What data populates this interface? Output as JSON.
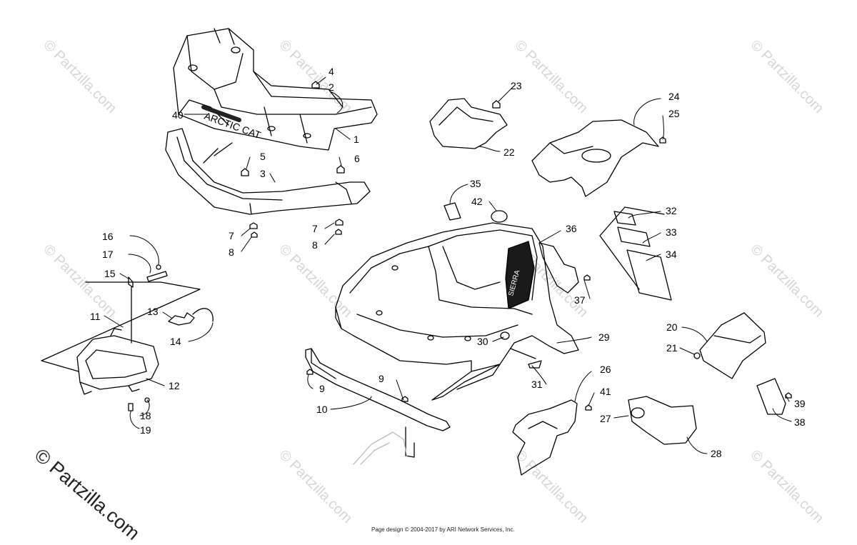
{
  "watermark": {
    "text": "© Partzilla.com"
  },
  "footer": {
    "text": "Page design © 2004-2017 by ARI Network Services, Inc."
  },
  "part_labels": {
    "rack_brand": "ARCTIC CAT",
    "hood_brand": "SIERRA"
  },
  "callouts": [
    {
      "id": "4",
      "text": "4"
    },
    {
      "id": "2",
      "text": "2"
    },
    {
      "id": "40",
      "text": "40"
    },
    {
      "id": "1",
      "text": "1"
    },
    {
      "id": "5",
      "text": "5"
    },
    {
      "id": "3",
      "text": "3"
    },
    {
      "id": "6",
      "text": "6"
    },
    {
      "id": "7a",
      "text": "7"
    },
    {
      "id": "8a",
      "text": "8"
    },
    {
      "id": "7b",
      "text": "7"
    },
    {
      "id": "8b",
      "text": "8"
    },
    {
      "id": "23",
      "text": "23"
    },
    {
      "id": "22",
      "text": "22"
    },
    {
      "id": "24",
      "text": "24"
    },
    {
      "id": "25",
      "text": "25"
    },
    {
      "id": "35",
      "text": "35"
    },
    {
      "id": "42",
      "text": "42"
    },
    {
      "id": "36",
      "text": "36"
    },
    {
      "id": "32",
      "text": "32"
    },
    {
      "id": "33",
      "text": "33"
    },
    {
      "id": "34",
      "text": "34"
    },
    {
      "id": "37",
      "text": "37"
    },
    {
      "id": "16",
      "text": "16"
    },
    {
      "id": "17",
      "text": "17"
    },
    {
      "id": "15",
      "text": "15"
    },
    {
      "id": "11",
      "text": "11"
    },
    {
      "id": "13",
      "text": "13"
    },
    {
      "id": "14",
      "text": "14"
    },
    {
      "id": "12",
      "text": "12"
    },
    {
      "id": "18",
      "text": "18"
    },
    {
      "id": "19",
      "text": "19"
    },
    {
      "id": "9a",
      "text": "9"
    },
    {
      "id": "9b",
      "text": "9"
    },
    {
      "id": "10",
      "text": "10"
    },
    {
      "id": "30",
      "text": "30"
    },
    {
      "id": "29",
      "text": "29"
    },
    {
      "id": "31",
      "text": "31"
    },
    {
      "id": "20",
      "text": "20"
    },
    {
      "id": "21",
      "text": "21"
    },
    {
      "id": "26",
      "text": "26"
    },
    {
      "id": "41",
      "text": "41"
    },
    {
      "id": "27",
      "text": "27"
    },
    {
      "id": "28",
      "text": "28"
    },
    {
      "id": "39",
      "text": "39"
    },
    {
      "id": "38",
      "text": "38"
    }
  ]
}
